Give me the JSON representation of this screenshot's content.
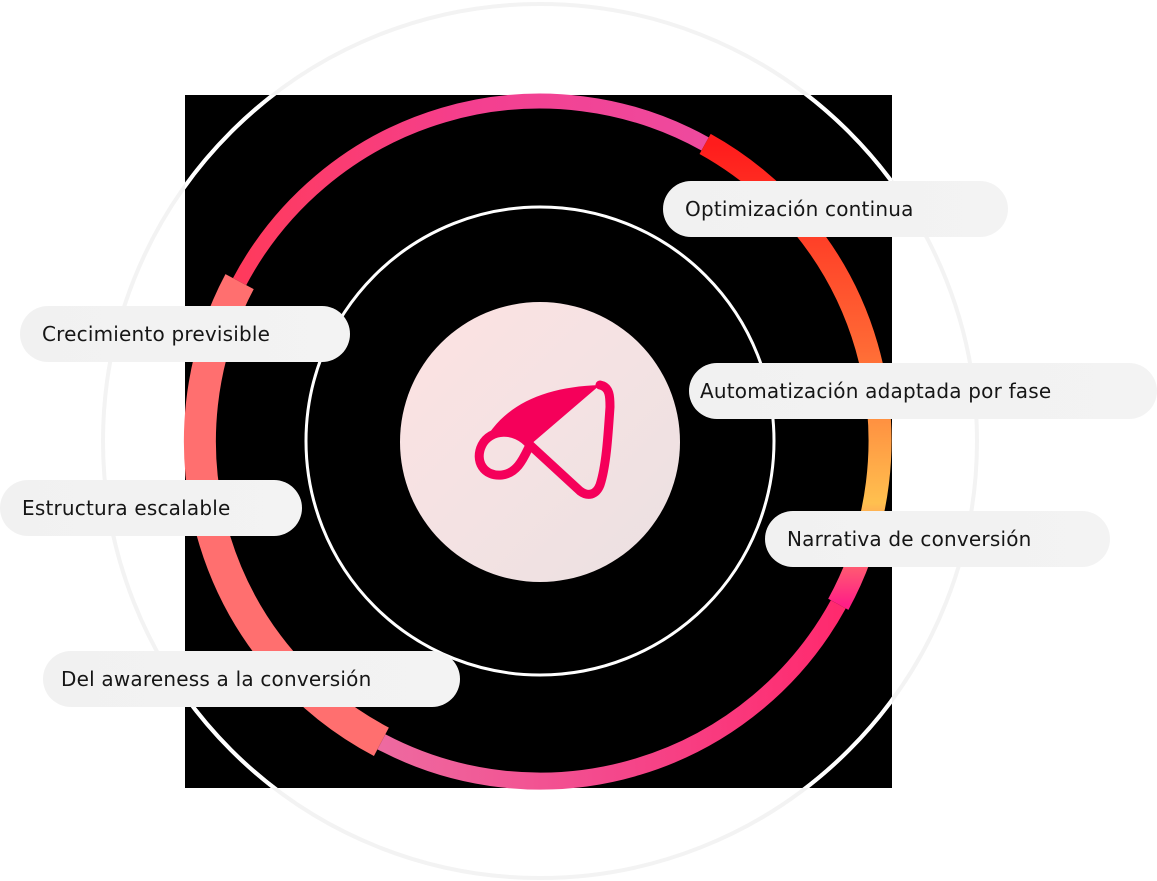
{
  "diagram": {
    "title": "",
    "center_logo": {
      "icon": "brand-loop-logo-icon",
      "color": "#f5005a",
      "background_from": "#fde2e2",
      "background_to": "#ebe0e1"
    },
    "colors": {
      "outer_faint_circle": "#f3f3f3",
      "inner_circle": "#ffffff",
      "background_square": "#000000",
      "segment_pink": "#f0449a",
      "segment_red": "#ff1f1f",
      "segment_orange": "#ff6a35",
      "segment_yellow": "#ffc04f",
      "segment_hotpink": "#ff2a6e",
      "segment_salmon": "#ff6f6f",
      "pill_bg": "#f1f1f1",
      "pill_text": "#161616"
    },
    "labels": [
      {
        "id": "optimizacion",
        "text": "Optimización continua"
      },
      {
        "id": "crecimiento",
        "text": "Crecimiento previsible"
      },
      {
        "id": "automatizacion",
        "text": "Automatización adaptada por fase"
      },
      {
        "id": "estructura",
        "text": "Estructura escalable"
      },
      {
        "id": "narrativa",
        "text": "Narrativa de conversión"
      },
      {
        "id": "awareness",
        "text": "Del awareness a la conversión"
      }
    ]
  }
}
